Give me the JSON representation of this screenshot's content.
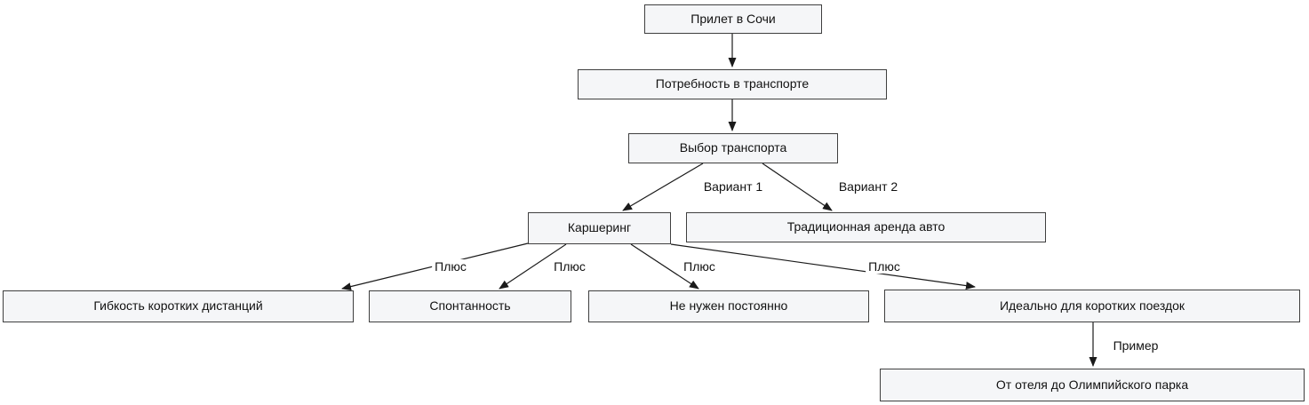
{
  "diagram": {
    "type": "flowchart",
    "background": "#ffffff",
    "colors": {
      "node_fill": "#f5f6f8",
      "node_border": "#3f3f3f",
      "edge": "#1a1a1a",
      "text": "#111111"
    },
    "nodes": [
      {
        "id": "arrival",
        "label": "Прилет в Сочи"
      },
      {
        "id": "need",
        "label": "Потребность в транспорте"
      },
      {
        "id": "choice",
        "label": "Выбор транспорта"
      },
      {
        "id": "carsharing",
        "label": "Каршеринг"
      },
      {
        "id": "rental",
        "label": "Традиционная аренда авто"
      },
      {
        "id": "flexibility",
        "label": "Гибкость коротких дистанций"
      },
      {
        "id": "spontaneity",
        "label": "Спонтанность"
      },
      {
        "id": "not-constant",
        "label": "Не нужен постоянно"
      },
      {
        "id": "ideal",
        "label": "Идеально для коротких поездок"
      },
      {
        "id": "example",
        "label": "От отеля до Олимпийского парка"
      }
    ],
    "edges": [
      {
        "from": "arrival",
        "to": "need",
        "label": ""
      },
      {
        "from": "need",
        "to": "choice",
        "label": ""
      },
      {
        "from": "choice",
        "to": "carsharing",
        "label": "Вариант 1"
      },
      {
        "from": "choice",
        "to": "rental",
        "label": "Вариант 2"
      },
      {
        "from": "carsharing",
        "to": "flexibility",
        "label": "Плюс"
      },
      {
        "from": "carsharing",
        "to": "spontaneity",
        "label": "Плюс"
      },
      {
        "from": "carsharing",
        "to": "not-constant",
        "label": "Плюс"
      },
      {
        "from": "carsharing",
        "to": "ideal",
        "label": "Плюс"
      },
      {
        "from": "ideal",
        "to": "example",
        "label": "Пример"
      }
    ]
  }
}
